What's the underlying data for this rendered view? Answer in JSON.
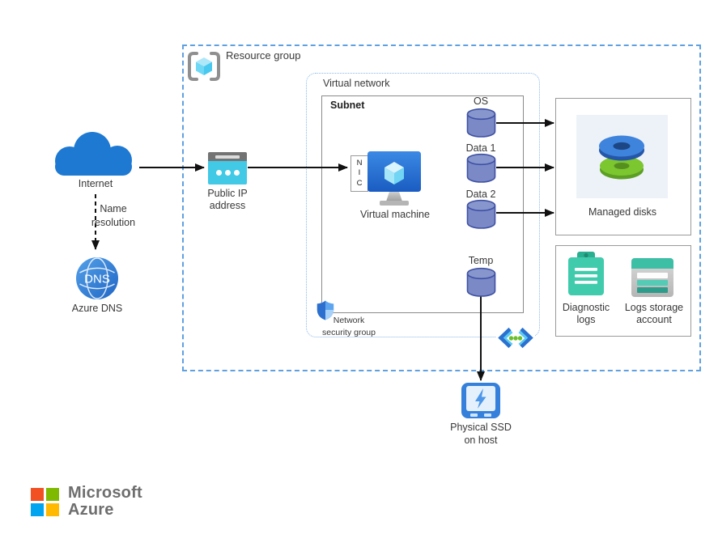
{
  "groups": {
    "resource_group": "Resource group",
    "virtual_network": "Virtual network",
    "subnet": "Subnet"
  },
  "nodes": {
    "internet": "Internet",
    "name_resolution": [
      "Name",
      "resolution"
    ],
    "dns_icon_text": "DNS",
    "azure_dns": "Azure DNS",
    "public_ip": [
      "Public IP",
      "address"
    ],
    "nic": [
      "N",
      "I",
      "C"
    ],
    "virtual_machine": "Virtual machine",
    "disk_os": "OS",
    "disk_data1": "Data 1",
    "disk_data2": "Data 2",
    "disk_temp": "Temp",
    "managed_disks": "Managed disks",
    "diagnostic_logs": [
      "Diagnostic",
      "logs"
    ],
    "logs_storage": [
      "Logs storage",
      "account"
    ],
    "nsg": [
      "Network",
      "security group"
    ],
    "physical_ssd": [
      "Physical SSD",
      "on host"
    ]
  },
  "footer": {
    "brand_top": "Microsoft",
    "brand_bottom": "Azure"
  },
  "colors": {
    "cloud_blue": "#1E79D2",
    "dns_blue": "#2F7FD8",
    "public_ip_cyan": "#41C9E6",
    "vm_screen_blue": "#2B78DC",
    "disk_fill": "#7B89C7",
    "disk_stroke": "#3F51A3",
    "managed_disk_blue": "#3E83DC",
    "managed_disk_green": "#7CC62F",
    "teal": "#3FCBAC",
    "teal_dark": "#2E9C8A",
    "shield_blue": "#2D6FCE",
    "resource_group_border": "#5FA0E0",
    "vnet_border": "#8AB9EA",
    "subnet_border": "#8A8A8A",
    "arrow": "#111111",
    "ms_red": "#F25022",
    "ms_green": "#7FBA00",
    "ms_blue": "#00A4EF",
    "ms_yellow": "#FFB900",
    "brand_gray": "#6E6E6E"
  }
}
